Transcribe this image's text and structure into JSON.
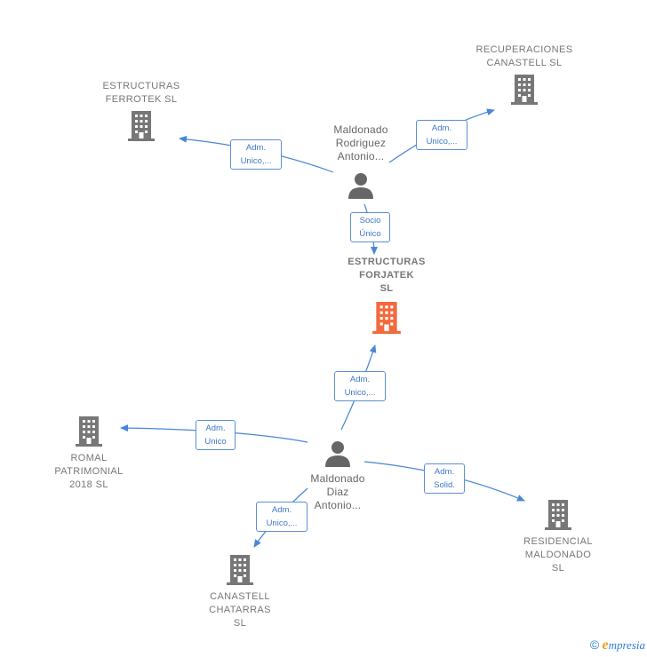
{
  "colors": {
    "edge": "#4a86d4",
    "company_icon": "#777777",
    "main_company_icon": "#f26a3d",
    "person_icon": "#666666"
  },
  "nodes": {
    "recuperaciones": {
      "name": "RECUPERACIONES\nCANASTELL SL",
      "icon": "building-icon"
    },
    "ferrotek": {
      "name": "ESTRUCTURAS\nFERROTEK  SL",
      "icon": "building-icon"
    },
    "forjatek": {
      "name": "ESTRUCTURAS\nFORJATEK\nSL",
      "icon": "building-icon"
    },
    "romal": {
      "name": "ROMAL\nPATRIMONIAL\n2018  SL",
      "icon": "building-icon"
    },
    "residencial": {
      "name": "RESIDENCIAL\nMALDONADO\nSL",
      "icon": "building-icon"
    },
    "canastell": {
      "name": "CANASTELL\nCHATARRAS\nSL",
      "icon": "building-icon"
    },
    "person_rodriguez": {
      "name": "Maldonado\nRodriguez\nAntonio...",
      "icon": "person-icon"
    },
    "person_diaz": {
      "name": "Maldonado\nDiaz\nAntonio...",
      "icon": "person-icon"
    }
  },
  "edge_labels": {
    "rod_ferrotek": "Adm.\nUnico,...",
    "rod_recuperaciones": "Adm.\nUnico,...",
    "rod_forjatek": "Socio\nÚnico",
    "diaz_forjatek": "Adm.\nUnico,...",
    "diaz_romal": "Adm.\nUnico",
    "diaz_residencial": "Adm.\nSolid.",
    "diaz_canastell": "Adm.\nUnico,..."
  },
  "footer": {
    "copyright": "©",
    "brand_initial": "e",
    "brand_rest": "mpresia"
  }
}
